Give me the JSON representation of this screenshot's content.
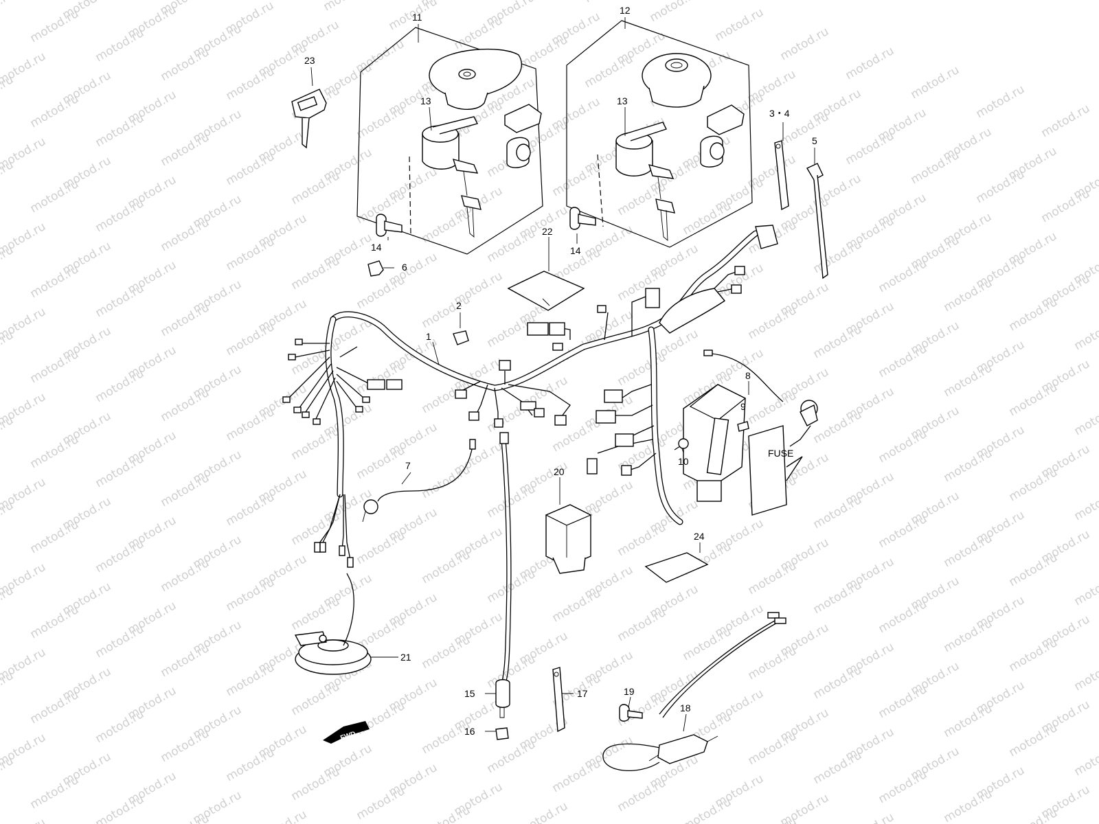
{
  "watermark": {
    "text": "motod.ru",
    "color": "#cfcfcf"
  },
  "diagram": {
    "callouts": [
      {
        "id": "c1",
        "text": "1"
      },
      {
        "id": "c2",
        "text": "2"
      },
      {
        "id": "c34",
        "text": "3・4"
      },
      {
        "id": "c5",
        "text": "5"
      },
      {
        "id": "c6",
        "text": "6"
      },
      {
        "id": "c7",
        "text": "7"
      },
      {
        "id": "c8",
        "text": "8"
      },
      {
        "id": "c9",
        "text": "9"
      },
      {
        "id": "c10",
        "text": "10"
      },
      {
        "id": "c11",
        "text": "11"
      },
      {
        "id": "c12",
        "text": "12"
      },
      {
        "id": "c13a",
        "text": "13"
      },
      {
        "id": "c13b",
        "text": "13"
      },
      {
        "id": "c14a",
        "text": "14"
      },
      {
        "id": "c14b",
        "text": "14"
      },
      {
        "id": "c15",
        "text": "15"
      },
      {
        "id": "c16",
        "text": "16"
      },
      {
        "id": "c17",
        "text": "17"
      },
      {
        "id": "c18",
        "text": "18"
      },
      {
        "id": "c19",
        "text": "19"
      },
      {
        "id": "c20",
        "text": "20"
      },
      {
        "id": "c21",
        "text": "21"
      },
      {
        "id": "c22",
        "text": "22"
      },
      {
        "id": "c23",
        "text": "23"
      },
      {
        "id": "c24",
        "text": "24"
      }
    ],
    "fwd_label": "FWD",
    "fuse_label": "FUSE"
  }
}
